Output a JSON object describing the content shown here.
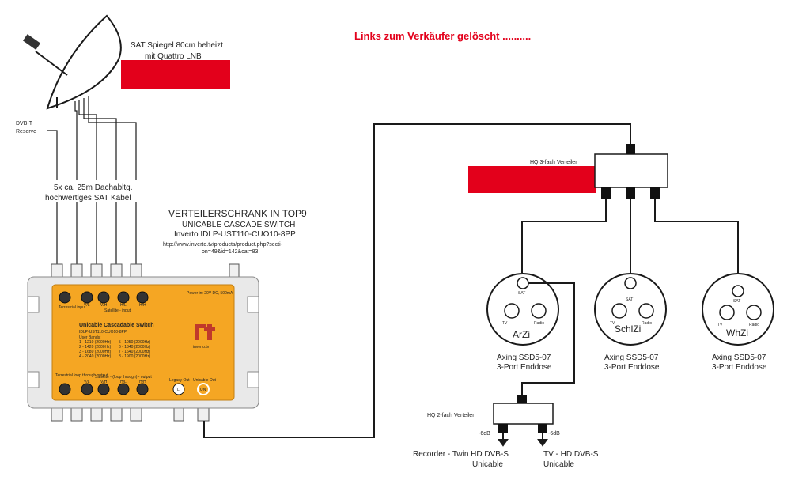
{
  "header": {
    "notice": "Links zum Verkäufer gelöscht .........."
  },
  "dish": {
    "label_line1": "SAT Spiegel 80cm beheizt",
    "label_line2": "mit Quattro LNB"
  },
  "dvbt": {
    "line1": "DVB-T",
    "line2": "Reserve"
  },
  "cable": {
    "line1": "5x ca. 25m Dachabltg.",
    "line2": "hochwertiges SAT Kabel"
  },
  "cabinet": {
    "title": "VERTEILERSCHRANK IN TOP9",
    "line2": "UNICABLE CASCADE SWITCH",
    "line3": "Inverto IDLP-UST110-CUO10-8PP",
    "url1": "http://www.inverto.tv/products/product.php?secti-",
    "url2": "on=49&id=142&cat=83"
  },
  "switch": {
    "terrestrial_input": "Terrestrial input",
    "satellite_input": "Satellite - input",
    "inputs": [
      "V/L",
      "V/H",
      "H/L",
      "H/H"
    ],
    "power": "Power in: 20V DC, 500mA",
    "name": "Unicable Cascadable Switch",
    "model": "IDLP-UST110-CUO10-8PP",
    "specs": [
      "User Bands:",
      "1 - 1210 (2000Hz)",
      "2 - 1420 (2000Hz)",
      "3 - 1680 (2000Hz)",
      "4 - 2040 (2000Hz)",
      "5 - 1050 (2000Hz)",
      "6 - 1340 (2000Hz)",
      "7 - 1640 (2000Hz)",
      "8 - 1900 (2000Hz)"
    ],
    "brand": "inverto.tv",
    "terrestrial_loop": "Terrestrial loop through output",
    "satellite_loop": "Satellite - (loop through) - output",
    "outputs": [
      "V/L",
      "V/H",
      "H/L",
      "H/H"
    ],
    "legacy_out": "Legacy Out",
    "unicable_out": "Unicable Out",
    "legacy_symbol": "L",
    "unicable_symbol": "UN"
  },
  "splitter3": {
    "label": "HQ 3-fach Verteiler"
  },
  "outlets": [
    {
      "room": "ArZi",
      "sat": "SAT",
      "tv": "TV",
      "radio": "Radio",
      "caption1": "Axing SSD5-07",
      "caption2": "3-Port Enddose"
    },
    {
      "room": "SchlZi",
      "sat": "SAT",
      "tv": "TV",
      "radio": "Radio",
      "caption1": "Axing SSD5-07",
      "caption2": "3-Port Enddose"
    },
    {
      "room": "WhZi",
      "sat": "SAT",
      "tv": "TV",
      "radio": "Radio",
      "caption1": "Axing SSD5-07",
      "caption2": "3-Port Enddose"
    }
  ],
  "splitter2": {
    "label": "HQ 2-fach Verteiler",
    "left_db": "-6dB",
    "right_db": "-6dB",
    "left_dest1": "Recorder - Twin HD DVB-S",
    "left_dest2": "Unicable",
    "right_dest1": "TV - HD DVB-S",
    "right_dest2": "Unicable"
  },
  "colors": {
    "accent_red": "#e3001b",
    "switch_orange": "#f5a623",
    "switch_dark": "#3a3a3a"
  }
}
